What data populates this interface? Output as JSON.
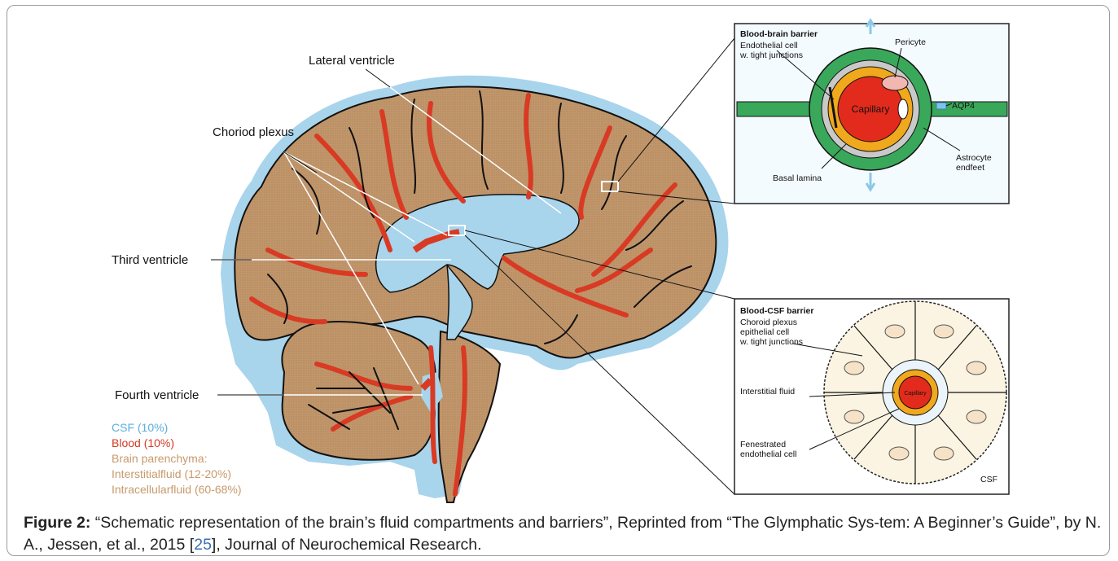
{
  "labels": {
    "lateral_ventricle": "Lateral ventricle",
    "choroid_plexus": "Choriod plexus",
    "third_ventricle": "Third ventricle",
    "fourth_ventricle": "Fourth ventricle"
  },
  "legend": {
    "csf": "CSF (10%)",
    "blood": "Blood (10%)",
    "parenchyma": "Brain parenchyma:",
    "interstitial": "Interstitialfluid (12-20%)",
    "intracellular": "Intracellularfluid (60-68%)"
  },
  "bbb": {
    "title": "Blood-brain barrier",
    "endothelial_1": "Endothelial cell",
    "endothelial_2": "w. tight junctions",
    "pericyte": "Pericyte",
    "capillary": "Capillary",
    "aqp4": "AQP4",
    "astrocyte_1": "Astrocyte",
    "astrocyte_2": "endfeet",
    "basal_lamina": "Basal lamina"
  },
  "bcsf": {
    "title": "Blood-CSF barrier",
    "choroid_1": "Choroid plexus",
    "choroid_2": "epithelial cell",
    "choroid_3": "w. tight junctions",
    "interstitial_fluid": "Interstitial fluid",
    "capillary": "Capillary",
    "fenestrated_1": "Fenestrated",
    "fenestrated_2": "endothelial cell",
    "csf": "CSF"
  },
  "caption": {
    "label": "Figure 2:",
    "text_1": "“Schematic representation of the brain’s fluid compartments and barriers”, Reprinted from “The Glymphatic Sys-tem: A Beginner’s Guide”, by N. A., Jessen, et al., 2015 [",
    "ref": "25",
    "text_2": "], Journal of Neurochemical Research."
  },
  "colors": {
    "csf": "#a8d4ec",
    "blood": "#d93a24",
    "parenchyma": "#c1966b",
    "astrocyte": "#3aa85a",
    "legend_csf": "#5aaee0",
    "legend_blood": "#d23a22",
    "legend_parenchyma": "#c79a6c"
  }
}
